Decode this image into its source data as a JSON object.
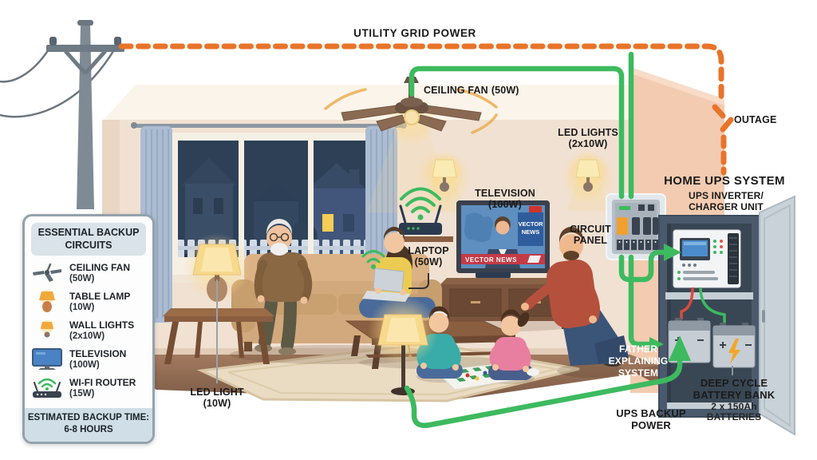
{
  "grid": {
    "utility_label": "UTILITY GRID POWER",
    "outage_label": "OUTAGE"
  },
  "appliances": {
    "ceiling_fan": {
      "name": "CEILING FAN",
      "watts": "(50W)"
    },
    "led_lights": {
      "name": "LED LIGHTS",
      "watts": "(2x10W)"
    },
    "television": {
      "name": "TELEVISION",
      "watts": "(100W)"
    },
    "laptop": {
      "name": "LAPTOP",
      "watts": "(50W)"
    },
    "led_light": {
      "name": "LED LIGHT",
      "watts": "(10W)"
    },
    "circuit_panel": {
      "line1": "CIRCUIT",
      "line2": "PANEL"
    }
  },
  "ups": {
    "system_heading": "HOME UPS SYSTEM",
    "inverter": {
      "line1": "UPS INVERTER/",
      "line2": "CHARGER UNIT"
    },
    "battery": {
      "line1": "DEEP CYCLE",
      "line2": "BATTERY BANK",
      "line3": "2 x 150Ah",
      "line4": "BATTERIES"
    },
    "backup": {
      "line1": "UPS BACKUP",
      "line2": "POWER"
    }
  },
  "scene": {
    "father_note": {
      "line1": "FATHER",
      "line2": "EXPLAINING",
      "line3": "SYSTEM"
    },
    "tv": {
      "panel_line1": "VECTOR",
      "panel_line2": "NEWS",
      "ticker": "VECTOR NEWS"
    }
  },
  "sidebar": {
    "title_line1": "ESSENTIAL BACKUP",
    "title_line2": "CIRCUITS",
    "items": [
      {
        "icon": "ceiling-fan-icon",
        "name": "CEILING FAN",
        "watts": "(50W)"
      },
      {
        "icon": "table-lamp-icon",
        "name": "TABLE LAMP",
        "watts": "(10W)"
      },
      {
        "icon": "wall-light-icon",
        "name": "WALL LIGHTS",
        "watts": "(2x10W)"
      },
      {
        "icon": "television-icon",
        "name": "TELEVISION",
        "watts": "(100W)"
      },
      {
        "icon": "wifi-router-icon",
        "name": "WI-FI ROUTER",
        "watts": "(15W)"
      }
    ],
    "footer_line1": "ESTIMATED BACKUP TIME:",
    "footer_line2": "6-8 HOURS"
  },
  "colors": {
    "grid_power_line": "#E8742A",
    "backup_power_line": "#3DBA5F",
    "exterior_wall": "#F3CBB0",
    "interior_wall": "#F1E1D2",
    "label_text": "#1A1A1A",
    "sidebar_header_bg": "#D9E3E9"
  }
}
